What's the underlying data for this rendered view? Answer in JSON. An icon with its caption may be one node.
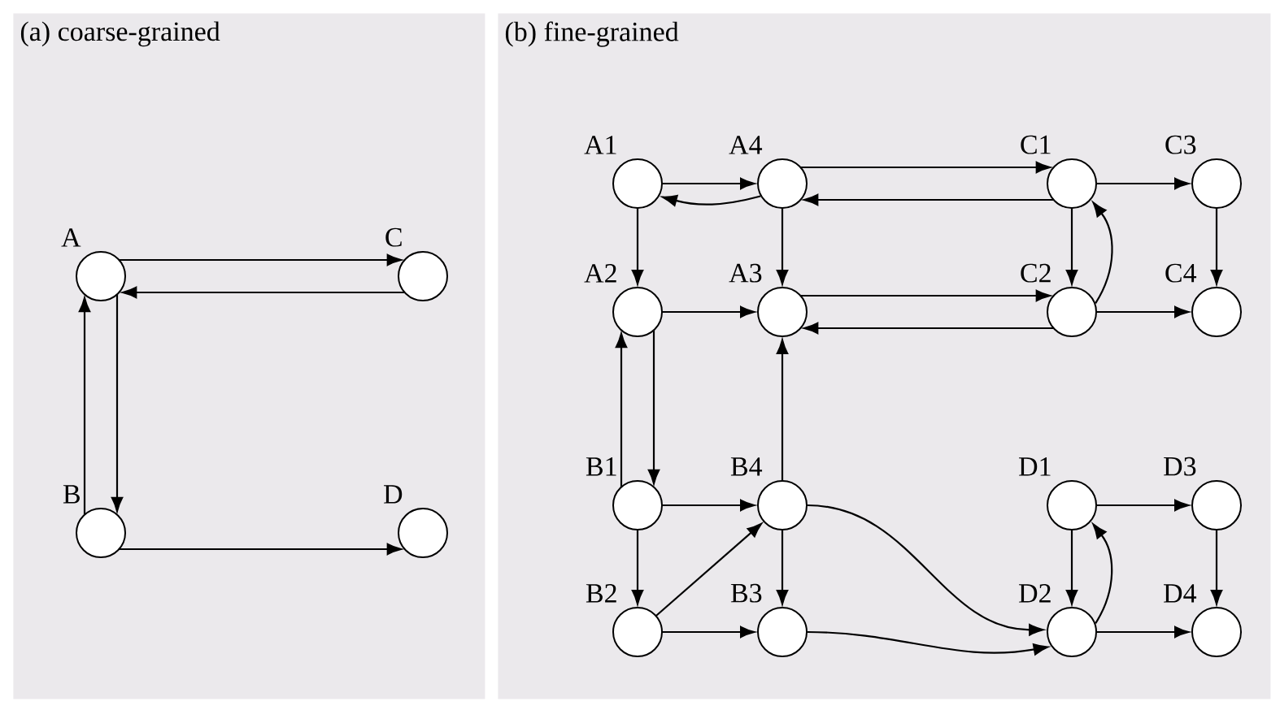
{
  "diagram": {
    "nodes": [
      {
        "text": [
          "(a) coarse-grained"
        ]
      },
      {
        "text": [],
        "shape": "circle",
        "in": 0,
        "beside": [
          "A"
        ]
      },
      {
        "text": [],
        "shape": "circle",
        "in": 0,
        "beside": [
          "C"
        ]
      },
      {
        "text": [],
        "shape": "circle",
        "in": 0,
        "beside": [
          "B"
        ]
      },
      {
        "text": [],
        "shape": "circle",
        "in": 0,
        "beside": [
          "D"
        ]
      },
      {
        "text": [
          "(b) fine-grained"
        ]
      },
      {
        "text": [],
        "shape": "circle",
        "in": 5,
        "beside": [
          "A1"
        ]
      },
      {
        "text": [],
        "shape": "circle",
        "in": 5,
        "beside": [
          "A4"
        ]
      },
      {
        "text": [],
        "shape": "circle",
        "in": 5,
        "beside": [
          "C1"
        ]
      },
      {
        "text": [],
        "shape": "circle",
        "in": 5,
        "beside": [
          "C3"
        ]
      },
      {
        "text": [],
        "shape": "circle",
        "in": 5,
        "beside": [
          "A2"
        ]
      },
      {
        "text": [],
        "shape": "circle",
        "in": 5,
        "beside": [
          "A3"
        ]
      },
      {
        "text": [],
        "shape": "circle",
        "in": 5,
        "beside": [
          "C2"
        ]
      },
      {
        "text": [],
        "shape": "circle",
        "in": 5,
        "beside": [
          "C4"
        ]
      },
      {
        "text": [],
        "shape": "circle",
        "in": 5,
        "beside": [
          "B1"
        ]
      },
      {
        "text": [],
        "shape": "circle",
        "in": 5,
        "beside": [
          "B4"
        ]
      },
      {
        "text": [],
        "shape": "circle",
        "in": 5,
        "beside": [
          "D1"
        ]
      },
      {
        "text": [],
        "shape": "circle",
        "in": 5,
        "beside": [
          "D3"
        ]
      },
      {
        "text": [],
        "shape": "circle",
        "in": 5,
        "beside": [
          "B2"
        ]
      },
      {
        "text": [],
        "shape": "circle",
        "in": 5,
        "beside": [
          "B3"
        ]
      },
      {
        "text": [],
        "shape": "circle",
        "in": 5,
        "beside": [
          "D2"
        ]
      },
      {
        "text": [],
        "shape": "circle",
        "in": 5,
        "beside": [
          "D4"
        ]
      }
    ],
    "edges": [
      {
        "from": 1,
        "to": 2,
        "arrow": "to"
      },
      {
        "from": 2,
        "to": 1,
        "arrow": "to"
      },
      {
        "from": 3,
        "to": 1,
        "arrow": "to"
      },
      {
        "from": 1,
        "to": 3,
        "arrow": "to"
      },
      {
        "from": 3,
        "to": 4,
        "arrow": "to"
      },
      {
        "from": 6,
        "to": 7,
        "arrow": "to"
      },
      {
        "from": 7,
        "to": 6,
        "arrow": "to"
      },
      {
        "from": 7,
        "to": 8,
        "arrow": "to"
      },
      {
        "from": 8,
        "to": 7,
        "arrow": "to"
      },
      {
        "from": 8,
        "to": 9,
        "arrow": "to"
      },
      {
        "from": 6,
        "to": 10,
        "arrow": "to"
      },
      {
        "from": 7,
        "to": 11,
        "arrow": "to"
      },
      {
        "from": 8,
        "to": 12,
        "arrow": "to"
      },
      {
        "from": 9,
        "to": 13,
        "arrow": "to"
      },
      {
        "from": 12,
        "to": 8,
        "arrow": "to"
      },
      {
        "from": 10,
        "to": 11,
        "arrow": "to"
      },
      {
        "from": 11,
        "to": 12,
        "arrow": "to"
      },
      {
        "from": 12,
        "to": 11,
        "arrow": "to"
      },
      {
        "from": 12,
        "to": 13,
        "arrow": "to"
      },
      {
        "from": 14,
        "to": 10,
        "arrow": "to"
      },
      {
        "from": 10,
        "to": 14,
        "arrow": "to"
      },
      {
        "from": 15,
        "to": 11,
        "arrow": "to"
      },
      {
        "from": 14,
        "to": 15,
        "arrow": "to"
      },
      {
        "from": 14,
        "to": 18,
        "arrow": "to"
      },
      {
        "from": 18,
        "to": 15,
        "arrow": "to"
      },
      {
        "from": 15,
        "to": 19,
        "arrow": "to"
      },
      {
        "from": 15,
        "to": 20,
        "arrow": "to"
      },
      {
        "from": 18,
        "to": 19,
        "arrow": "to"
      },
      {
        "from": 19,
        "to": 20,
        "arrow": "to"
      },
      {
        "from": 16,
        "to": 17,
        "arrow": "to"
      },
      {
        "from": 16,
        "to": 20,
        "arrow": "to"
      },
      {
        "from": 20,
        "to": 16,
        "arrow": "to"
      },
      {
        "from": 17,
        "to": 21,
        "arrow": "to"
      },
      {
        "from": 20,
        "to": 21,
        "arrow": "to"
      }
    ]
  }
}
